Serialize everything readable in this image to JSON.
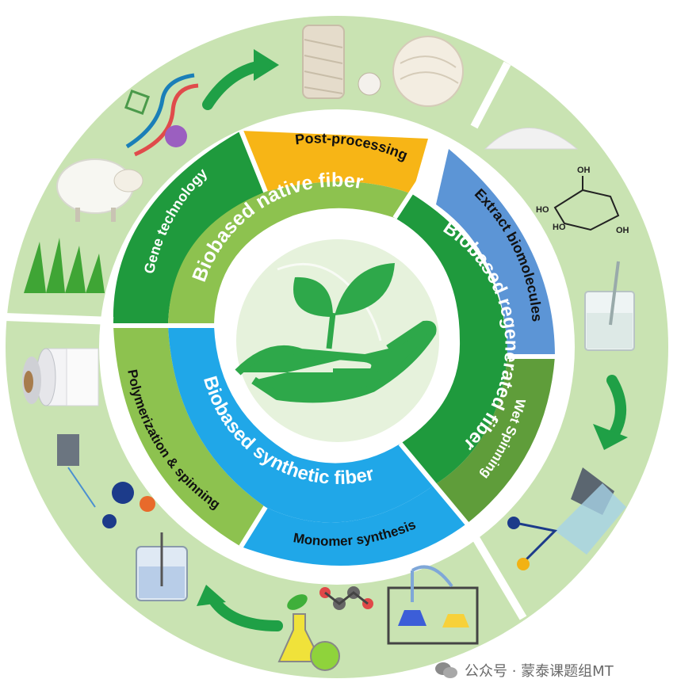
{
  "core": {
    "native": "Biobased native fiber",
    "regenerated": "Biobased regenerated fiber",
    "synthetic": "Biobased synthetic fiber"
  },
  "steps": {
    "post_processing": "Post-processing",
    "gene_technology": "Gene technology",
    "extract_biomolecules": "Extract biomolecules",
    "wet_spinning": "Wet Spinning",
    "polymerization_spinning": "Polymerization & spinning",
    "monomer_synthesis": "Monomer synthesis"
  },
  "molecule_labels": {
    "oh_top": "OH",
    "ho_left": "HO",
    "ho_mid": "HO",
    "oh_bottom": "OH"
  },
  "watermark": {
    "text": "公众号 · 蒙泰课题组MT"
  },
  "icons": [
    "leaf-hand-icon",
    "dna-icon",
    "sheep-icon",
    "grass-icon",
    "yarn-icon",
    "powder-icon",
    "glucose-molecule-icon",
    "beaker-icon",
    "spinneret-icon",
    "monomer-molecule-icon",
    "flask-icon",
    "distillation-icon",
    "reactor-icon",
    "spinning-machine-icon",
    "bobbin-icon",
    "green-arrow-icon"
  ],
  "colors": {
    "outer_ring": "#c9e3b2",
    "native": "#8dc24f",
    "regenerated": "#1f9a3d",
    "synthetic": "#20a7e8",
    "gene_technology": "#1f9a3d",
    "post_processing": "#f7b516",
    "extract_biomolecules": "#5c95d6",
    "wet_spinning": "#5f9d3a",
    "polymerization_spinning": "#8dc24f",
    "monomer_synthesis": "#20a7e8",
    "center": "#e6f2dc",
    "arrow": "#1fa046"
  }
}
